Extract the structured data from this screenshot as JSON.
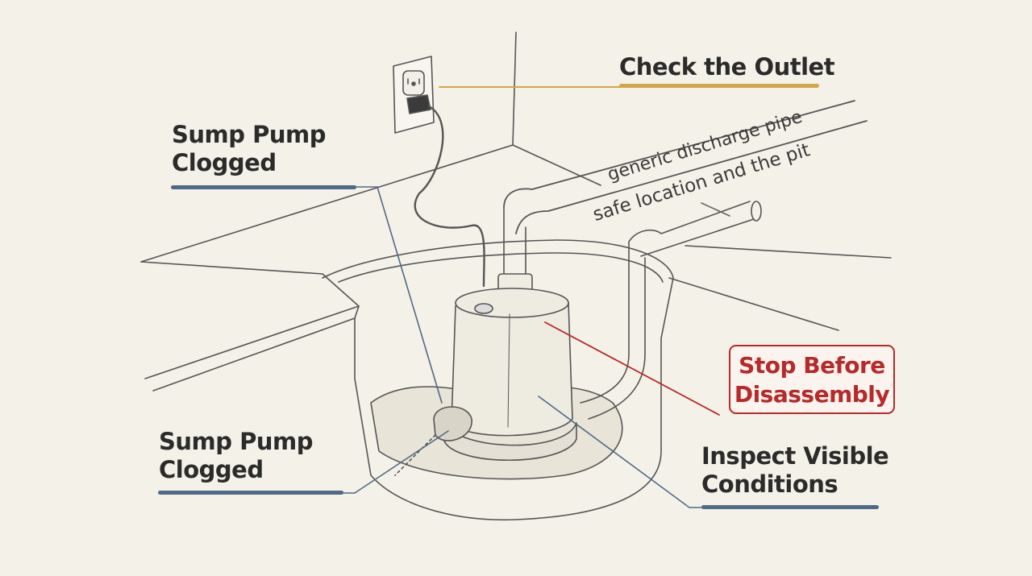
{
  "labels": {
    "outlet": "Check the Outlet",
    "clogged_top": [
      "Sump Pump",
      "Clogged"
    ],
    "clogged_bottom": [
      "Sump Pump",
      "Clogged"
    ],
    "stop": [
      "Stop Before",
      "Disassembly"
    ],
    "inspect": [
      "Inspect Visible",
      "Conditions"
    ]
  },
  "pipe_notes": {
    "line1": "generic discharge pipe",
    "line2": "safe location and the pit"
  },
  "colors": {
    "background": "#f4f1e8",
    "outlet_accent": "#d4a64a",
    "steel_accent": "#4f6a85",
    "warning_red": "#b52a2a",
    "ink": "#2b2b2b"
  }
}
